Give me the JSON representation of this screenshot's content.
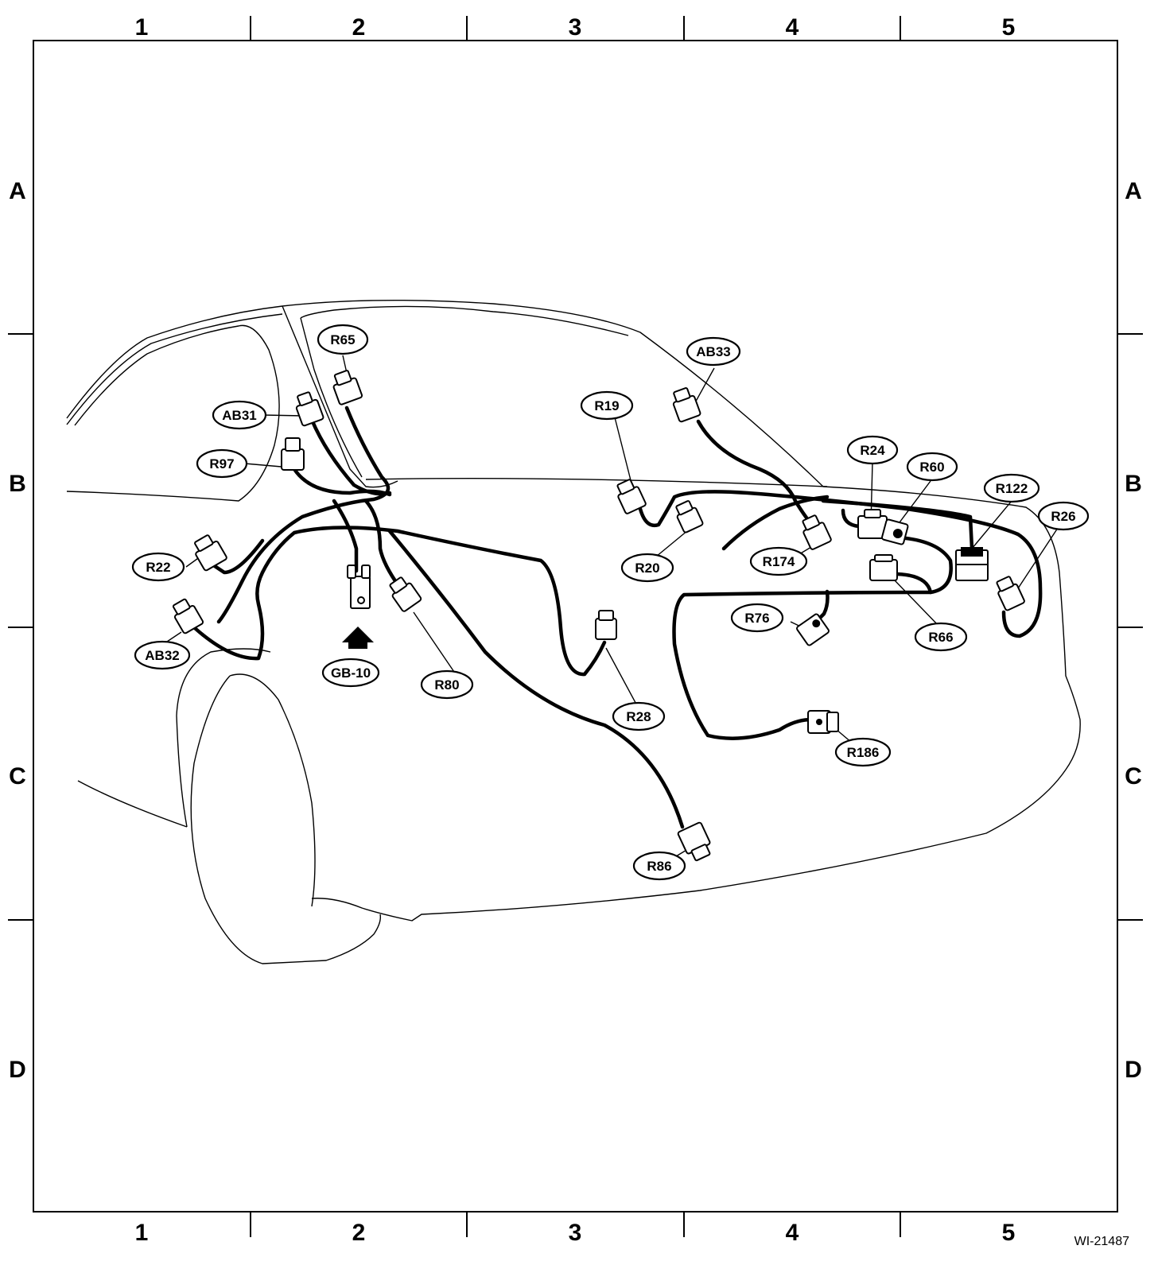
{
  "grid": {
    "columns": [
      "1",
      "2",
      "3",
      "4",
      "5"
    ],
    "rows": [
      "A",
      "B",
      "C",
      "D"
    ]
  },
  "connectors": {
    "r65": "R65",
    "ab31": "AB31",
    "r97": "R97",
    "r22": "R22",
    "ab32": "AB32",
    "gb10": "GB-10",
    "r80": "R80",
    "r19": "R19",
    "ab33": "AB33",
    "r20": "R20",
    "r174": "R174",
    "r24": "R24",
    "r60": "R60",
    "r122": "R122",
    "r26": "R26",
    "r76": "R76",
    "r66": "R66",
    "r28": "R28",
    "r186": "R186",
    "r86": "R86"
  },
  "figure_id": "WI-21487",
  "icons": [
    "ground-arrow-icon",
    "connector-icon"
  ]
}
